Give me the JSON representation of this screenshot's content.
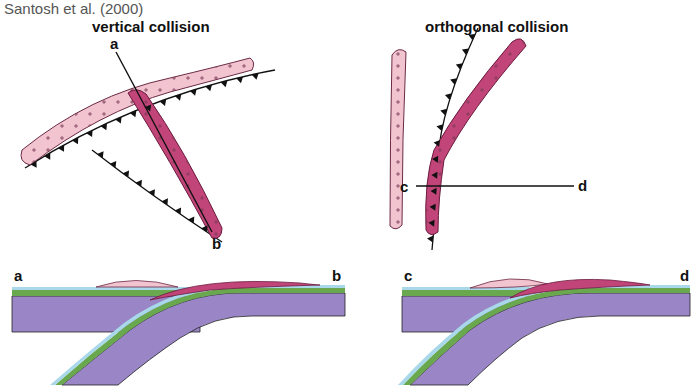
{
  "diagram": {
    "title": "Santosh et al. (2000)",
    "labels": [
      "vertical collision",
      "orthogonal collision",
      "a",
      "b",
      "c",
      "d",
      "a",
      "b",
      "c",
      "d"
    ]
  }
}
